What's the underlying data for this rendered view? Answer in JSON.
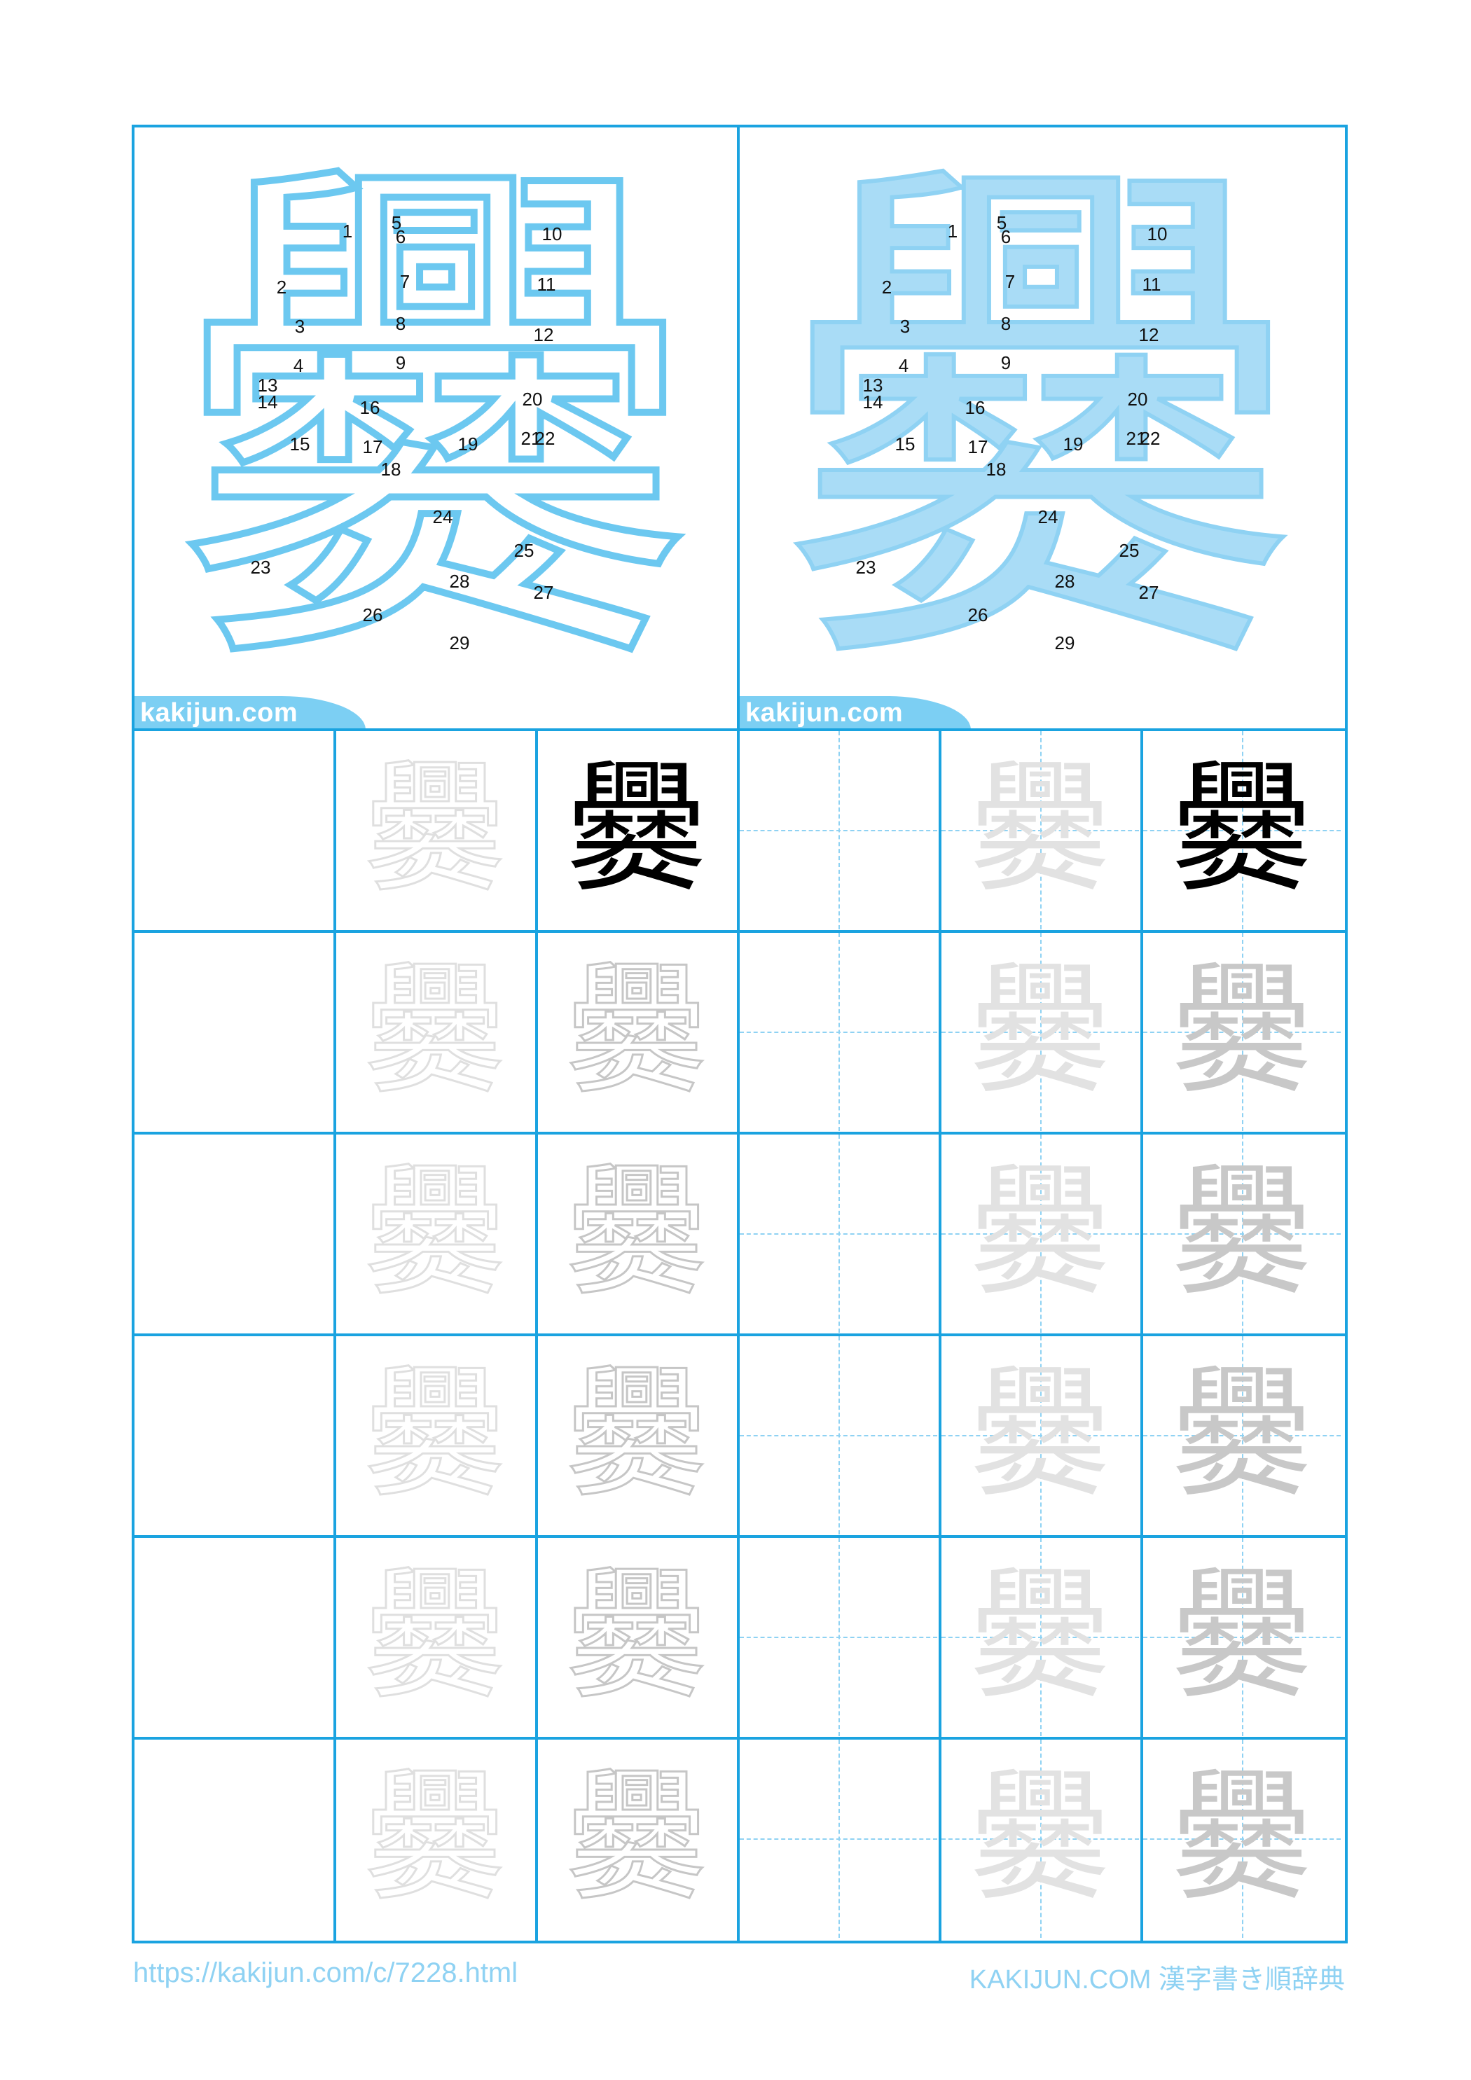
{
  "character": "爨",
  "stroke_numbers": [
    "1",
    "2",
    "3",
    "4",
    "5",
    "6",
    "7",
    "8",
    "9",
    "10",
    "11",
    "12",
    "13",
    "14",
    "15",
    "16",
    "17",
    "18",
    "19",
    "20",
    "21",
    "22",
    "23",
    "24",
    "25",
    "26",
    "27",
    "28",
    "29"
  ],
  "panels": {
    "left_brand": "kakijun.com",
    "right_brand": "kakijun.com"
  },
  "footer": {
    "url": "https://kakijun.com/c/7228.html",
    "site": "KAKIJUN.COM 漢字書き順辞典"
  },
  "colors": {
    "grid_blue": "#1aa3e0",
    "dashed_stroke": "#6cc8f0",
    "solid_stroke": "#a9dcf6",
    "footer_text": "#8fd2f3"
  }
}
